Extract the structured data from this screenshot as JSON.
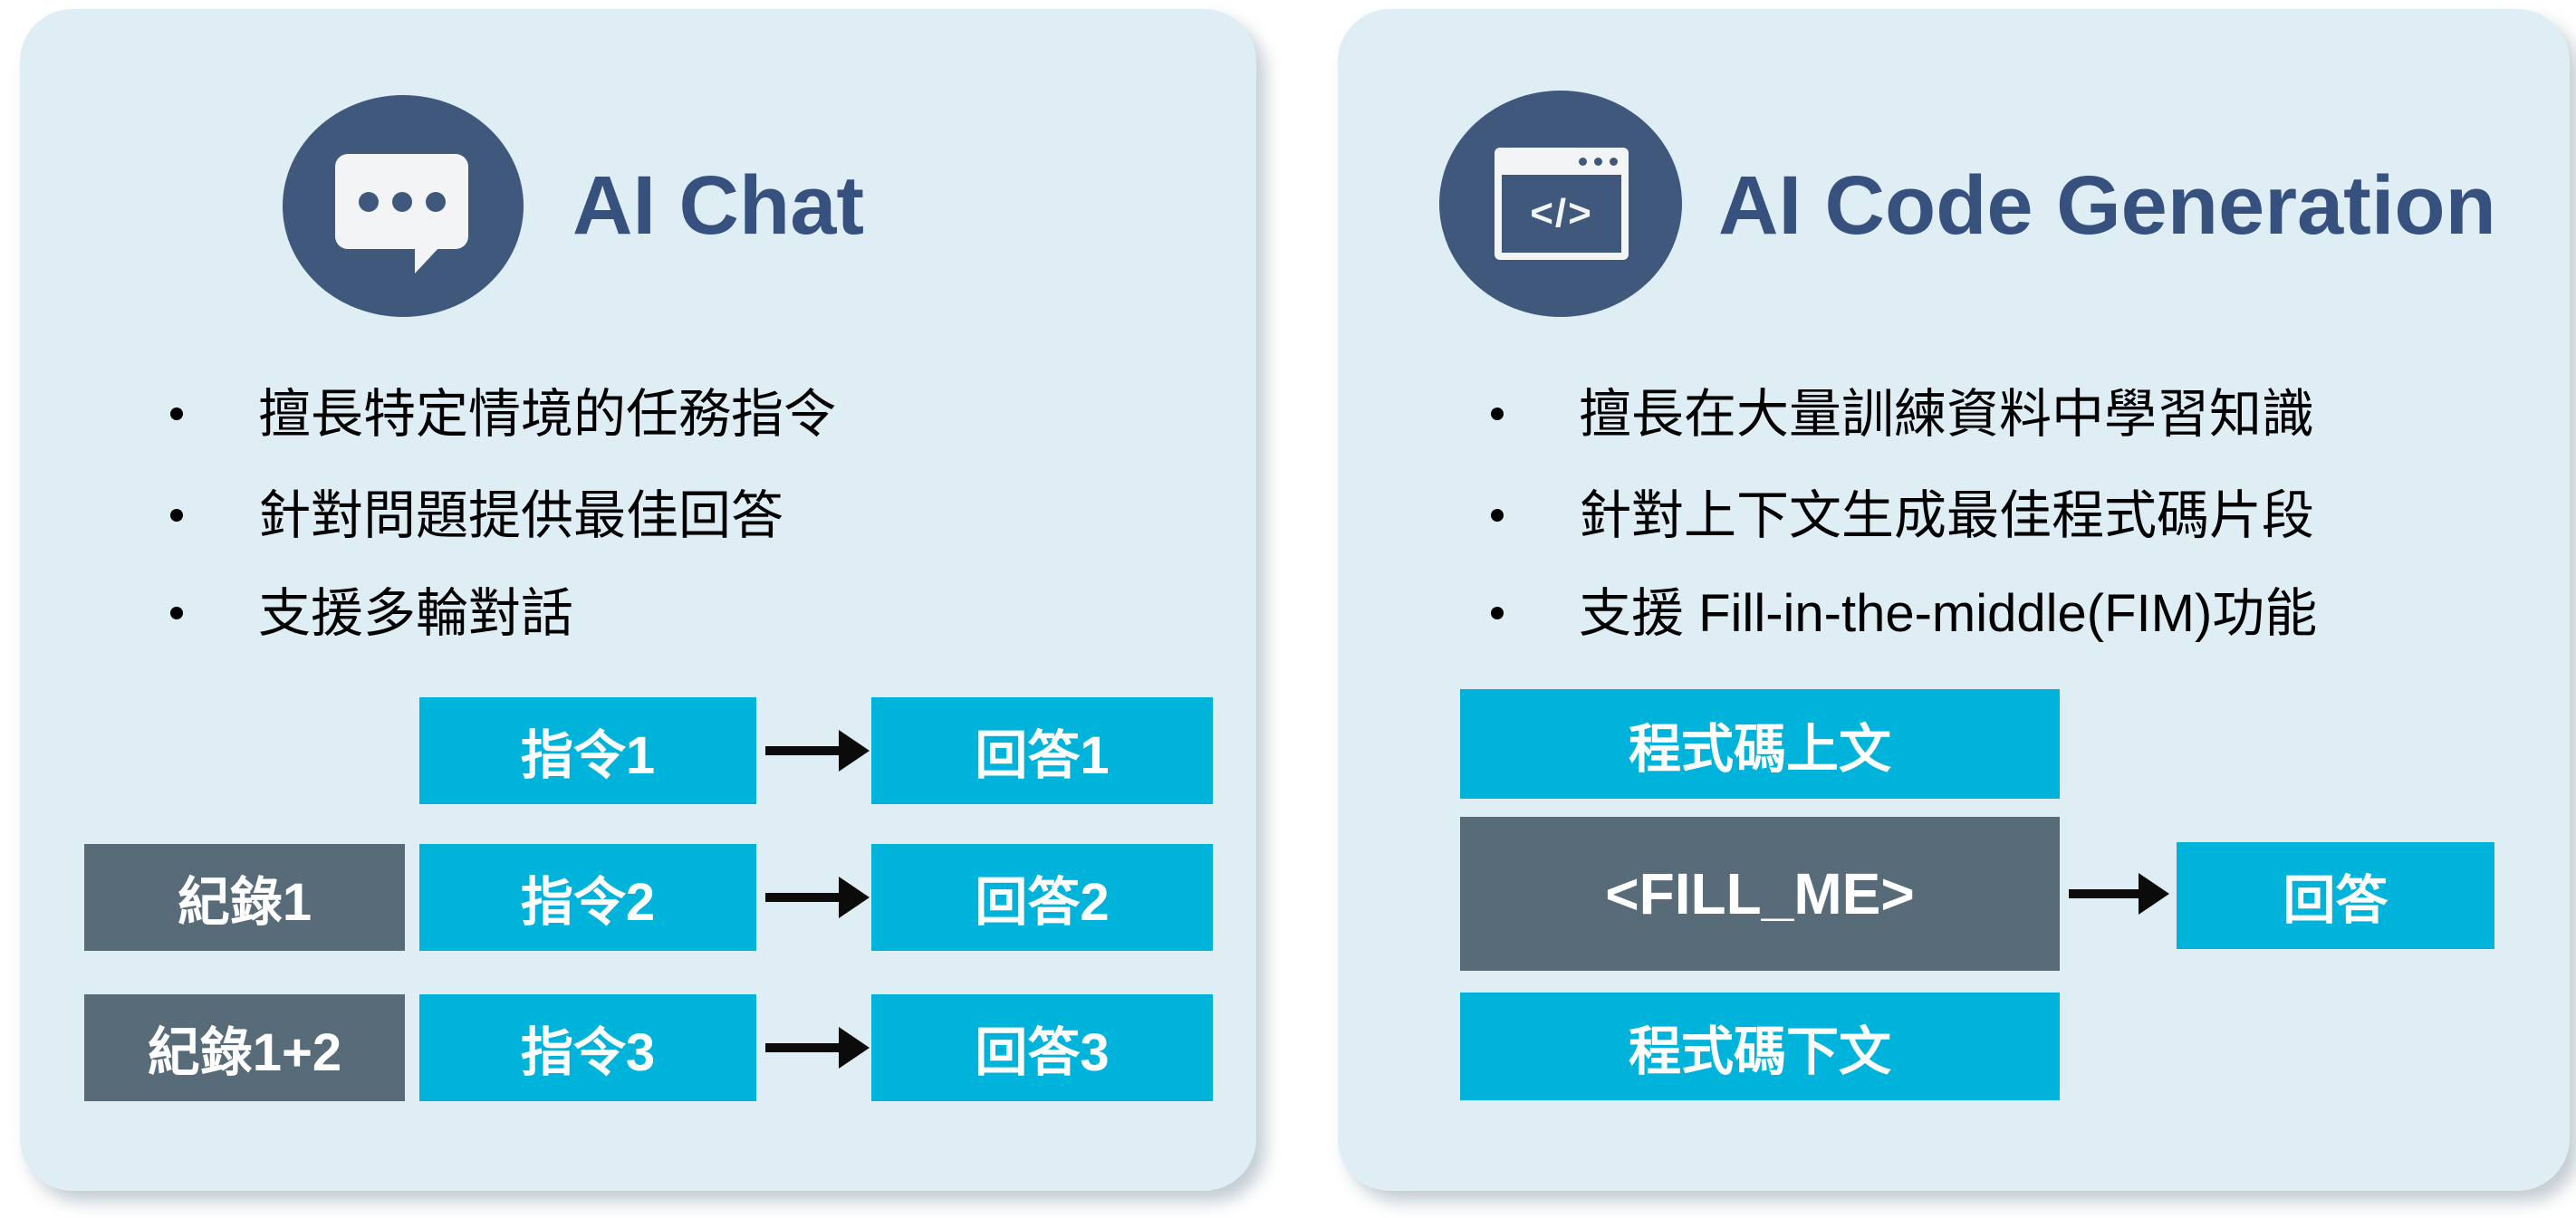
{
  "colors": {
    "panel_bg": "#DFEEF5",
    "navy_icon": "#40587C",
    "title_text": "#36517E",
    "cyan_box": "#00B3DA",
    "slate_box": "#576B78",
    "box_text": "#FFFFFF",
    "bullet_text": "#000000",
    "arrow": "#0B0B0B"
  },
  "left_panel": {
    "title": "AI Chat",
    "icon": "chat-bubble-icon",
    "bullets": [
      "擅長特定情境的任務指令",
      "針對問題提供最佳回答",
      "支援多輪對話"
    ],
    "diagram": {
      "rows": [
        {
          "history": "",
          "instruction": "指令1",
          "answer": "回答1"
        },
        {
          "history": "紀錄1",
          "instruction": "指令2",
          "answer": "回答2"
        },
        {
          "history": "紀錄1+2",
          "instruction": "指令3",
          "answer": "回答3"
        }
      ]
    }
  },
  "right_panel": {
    "title": "AI Code Generation",
    "icon": "code-window-icon",
    "icon_glyph": "</>",
    "bullets": [
      "擅長在大量訓練資料中學習知識",
      "針對上下文生成最佳程式碼片段",
      "支援 Fill-in-the-middle(FIM)功能"
    ],
    "diagram": {
      "top_box": "程式碼上文",
      "fill_box": "<FILL_ME>",
      "bottom_box": "程式碼下文",
      "answer_box": "回答"
    }
  }
}
